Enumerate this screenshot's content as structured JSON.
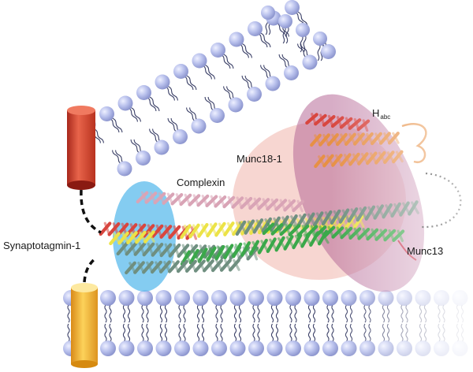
{
  "labels": {
    "synaptotagmin": "Synaptotagmin-1",
    "complexin": "Complexin",
    "munc18": "Munc18-1",
    "munc13": "Munc13",
    "habc_main": "H",
    "habc_sub": "abc"
  },
  "colors": {
    "lipid_head": "#b8c0ec",
    "lipid_tail": "#3a3f66",
    "synaptotagmin_top": "#e0553c",
    "synaptotagmin_bottom": "#f0b43a",
    "complexin_ellipse": "#55b8ea",
    "munc18_ellipse": "#f3c9c4",
    "munc13_ellipse": "#b46a96",
    "helix_red": "#d8463f",
    "helix_yellow": "#ece347",
    "helix_green": "#3aa84a",
    "helix_grey": "#6f8f80",
    "helix_pink": "#d9a4b6",
    "helix_orange": "#e79045"
  },
  "icons": [
    "synaptotagmin-cylinder",
    "lipid-bilayer",
    "alpha-helix"
  ]
}
